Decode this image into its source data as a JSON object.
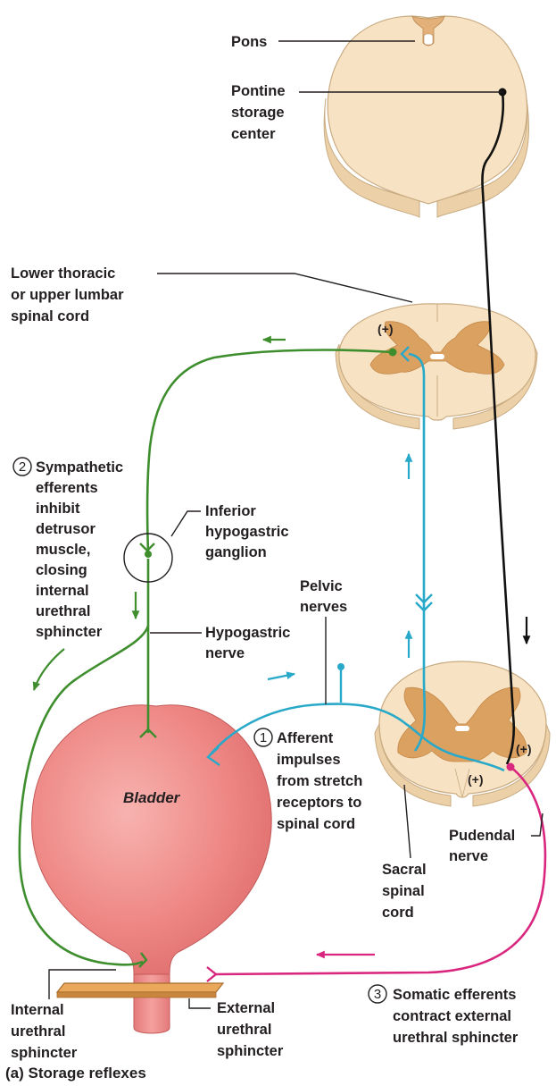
{
  "labels": {
    "pons": "Pons",
    "pontine": [
      "Pontine",
      "storage",
      "center"
    ],
    "lower_thoracic": [
      "Lower thoracic",
      "or upper lumbar",
      "spinal cord"
    ],
    "sympathetic": [
      "Sympathetic",
      "efferents",
      "inhibit",
      "detrusor",
      "muscle,",
      "closing",
      "internal",
      "urethral",
      "sphincter"
    ],
    "inferior_ganglion": [
      "Inferior",
      "hypogastric",
      "ganglion"
    ],
    "pelvic_nerves": [
      "Pelvic",
      "nerves"
    ],
    "hypogastric_nerve": [
      "Hypogastric",
      "nerve"
    ],
    "afferent": [
      "Afferent",
      "impulses",
      "from stretch",
      "receptors to",
      "spinal cord"
    ],
    "bladder": "Bladder",
    "pudendal": [
      "Pudendal",
      "nerve"
    ],
    "sacral": [
      "Sacral",
      "spinal",
      "cord"
    ],
    "internal_sphincter": [
      "Internal",
      "urethral",
      "sphincter"
    ],
    "external_sphincter": [
      "External",
      "urethral",
      "sphincter"
    ],
    "somatic": [
      "Somatic efferents",
      "contract external",
      "urethral sphincter"
    ],
    "plus_sign": "(+)",
    "caption": "(a)  Storage reflexes"
  },
  "steps": {
    "one": "1",
    "two": "2",
    "three": "3"
  },
  "colors": {
    "tissue_fill": "#f7e3c3",
    "tissue_side": "#ecd0a8",
    "gray_matter": "#dba160",
    "sympathetic_green": "#3e8e2e",
    "afferent_blue": "#29a9c9",
    "somatic_magenta": "#d9267e",
    "descending_black": "#111111",
    "bladder_pink": "#f08a8a",
    "sphincter_tan": "#e9a85c"
  }
}
